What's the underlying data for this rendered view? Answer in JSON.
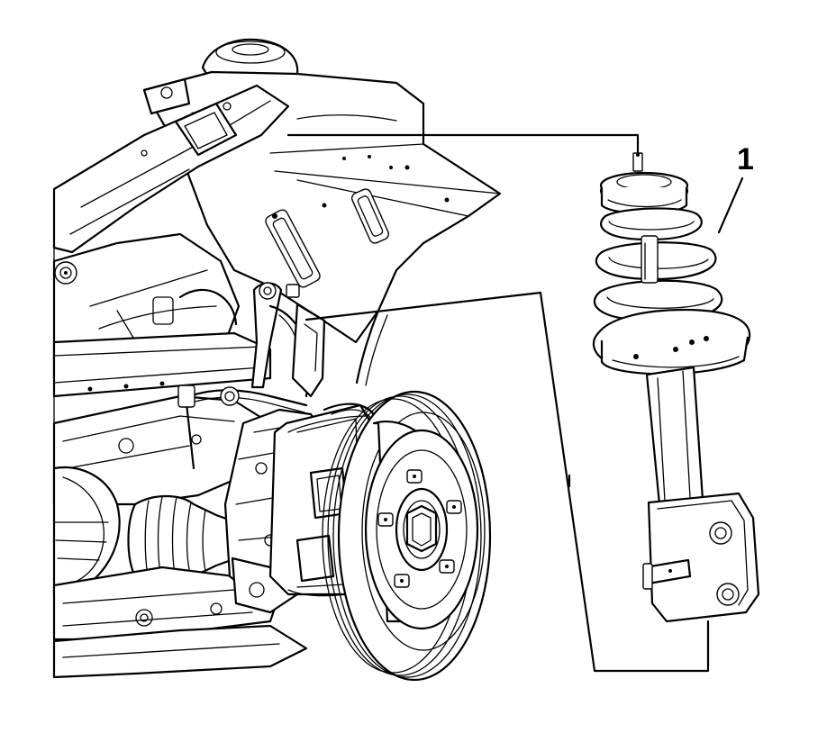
{
  "diagram": {
    "callouts": [
      {
        "id": "1",
        "label": "1",
        "part": "strut-assembly"
      }
    ],
    "line_color": "#000000",
    "background_color": "#ffffff"
  }
}
